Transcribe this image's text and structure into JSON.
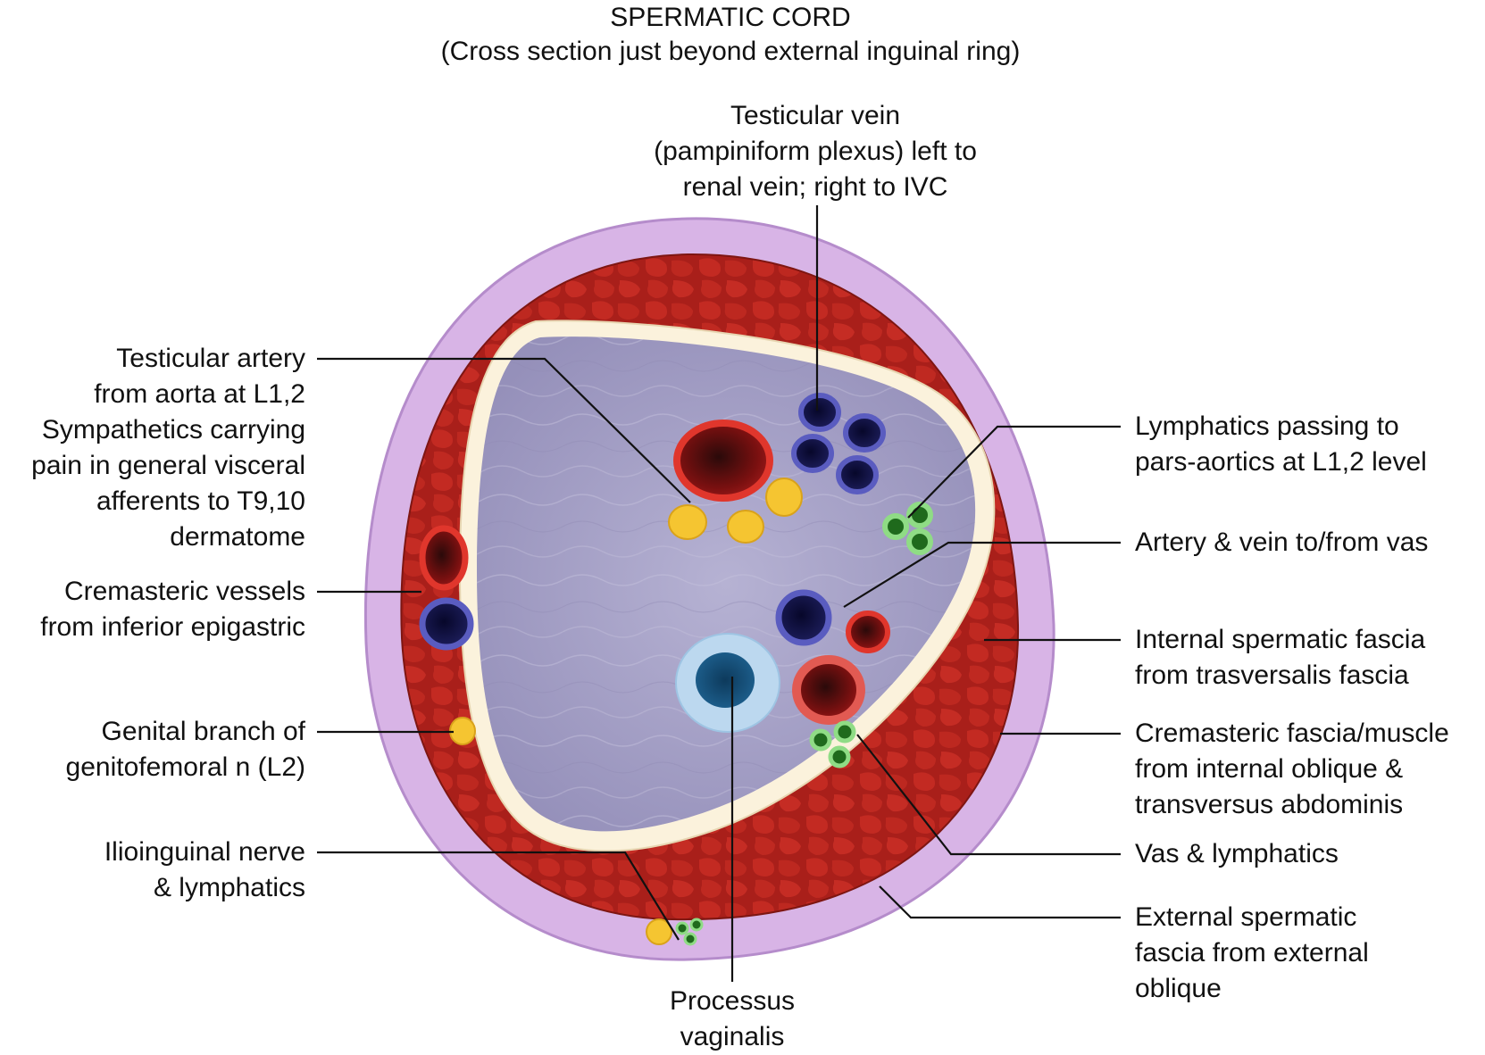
{
  "title": "SPERMATIC CORD",
  "subtitle": "(Cross section just beyond external inguinal ring)",
  "labels": {
    "testicular_vein": "Testicular vein\n(pampiniform plexus) left to\nrenal vein; right to IVC",
    "testicular_artery": "Testicular artery\nfrom aorta at L1,2\nSympathetics carrying\npain in general visceral\nafferents to T9,10\ndermatome",
    "cremasteric_vessels": "Cremasteric vessels\nfrom inferior epigastric",
    "genital_branch": "Genital branch of\ngenitofemoral n (L2)",
    "ilioinguinal": "Ilioinguinal nerve\n& lymphatics",
    "processus_vaginalis": "Processus\nvaginalis",
    "lymphatics": "Lymphatics passing to\npars-aortics at L1,2 level",
    "artery_vein_vas": "Artery & vein to/from vas",
    "internal_fascia": "Internal spermatic fascia\nfrom trasversalis fascia",
    "cremasteric_fascia": "Cremasteric fascia/muscle\nfrom internal oblique &\ntransversus abdominis",
    "vas_lymphatics": "Vas & lymphatics",
    "external_fascia": "External spermatic\nfascia from external\noblique"
  },
  "colors": {
    "external_fascia": "#d8b4e6",
    "muscle": "#a7201c",
    "internal_fascia": "#fbf2dc",
    "cord_interior": "#a9a3c8",
    "artery": "#e0362c",
    "vein": "#3a3d99",
    "nerve": "#f5c531",
    "lymphatic": "#7fcf7a",
    "processus_vaginalis": "#bcd8ef"
  }
}
